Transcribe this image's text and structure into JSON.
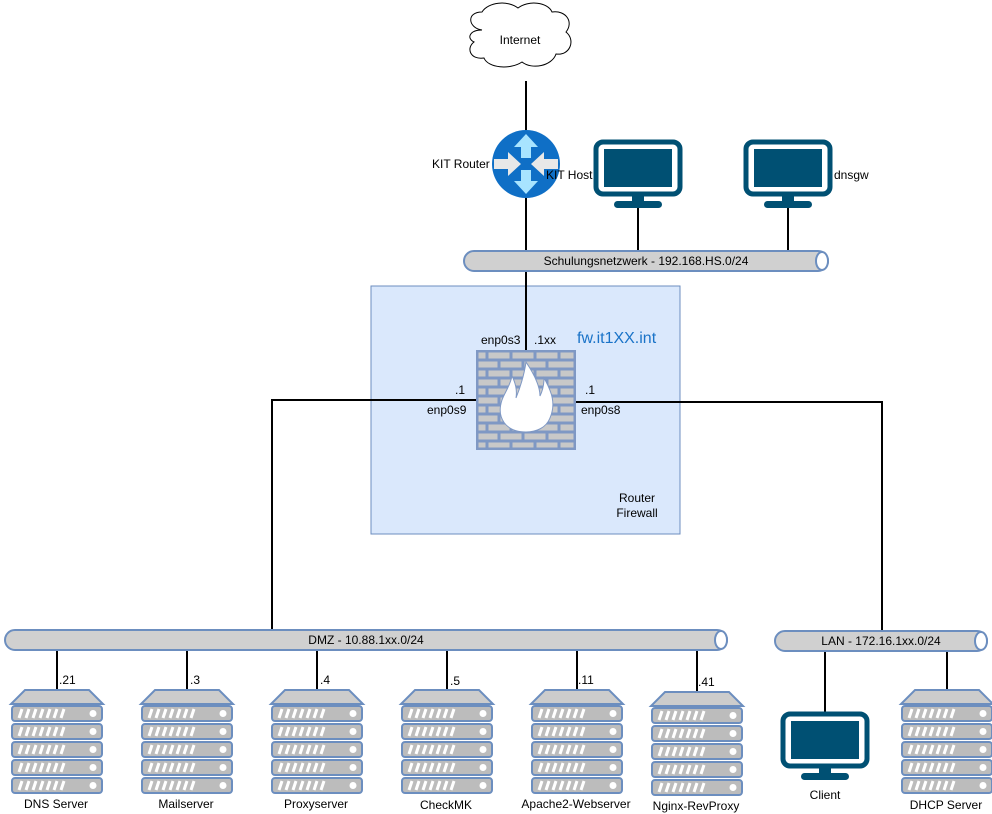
{
  "diagram": {
    "internet": {
      "label": "Internet"
    },
    "kit_router": {
      "label": "KIT Router"
    },
    "kit_host": {
      "label": "KIT Host"
    },
    "dnsgw": {
      "label": "dnsgw"
    },
    "schulungsnetz": {
      "label": "Schulungsnetzwerk - 192.168.HS.0/24"
    },
    "firewall": {
      "hostname": "fw.it1XX.int",
      "role_line1": "Router",
      "role_line2": "Firewall",
      "if_top": {
        "name": "enp0s3",
        "addr": ".1xx"
      },
      "if_left": {
        "name": "enp0s9",
        "addr": ".1"
      },
      "if_right": {
        "name": "enp0s8",
        "addr": ".1"
      }
    },
    "dmz": {
      "label": "DMZ - 10.88.1xx.0/24",
      "servers": [
        {
          "name": "DNS Server",
          "addr": ".21"
        },
        {
          "name": "Mailserver",
          "addr": ".3"
        },
        {
          "name": "Proxyserver",
          "addr": ".4"
        },
        {
          "name": "CheckMK",
          "addr": ".5"
        },
        {
          "name": "Apache2-Webserver",
          "addr": ".11"
        },
        {
          "name": "Nginx-RevProxy",
          "addr": ".41"
        }
      ]
    },
    "lan": {
      "label": "LAN - 172.16.1xx.0/24",
      "client": {
        "name": "Client"
      },
      "dhcp": {
        "name": "DHCP Server"
      }
    },
    "colors": {
      "zone_fill": "#dae8fc",
      "zone_stroke": "#6c8ebf",
      "bus_fill": "#d0d0d0",
      "bus_stroke": "#6c8ebf",
      "monitor": "#005073",
      "router": "#0f6fc6",
      "hostname": "#1a73c8"
    }
  }
}
